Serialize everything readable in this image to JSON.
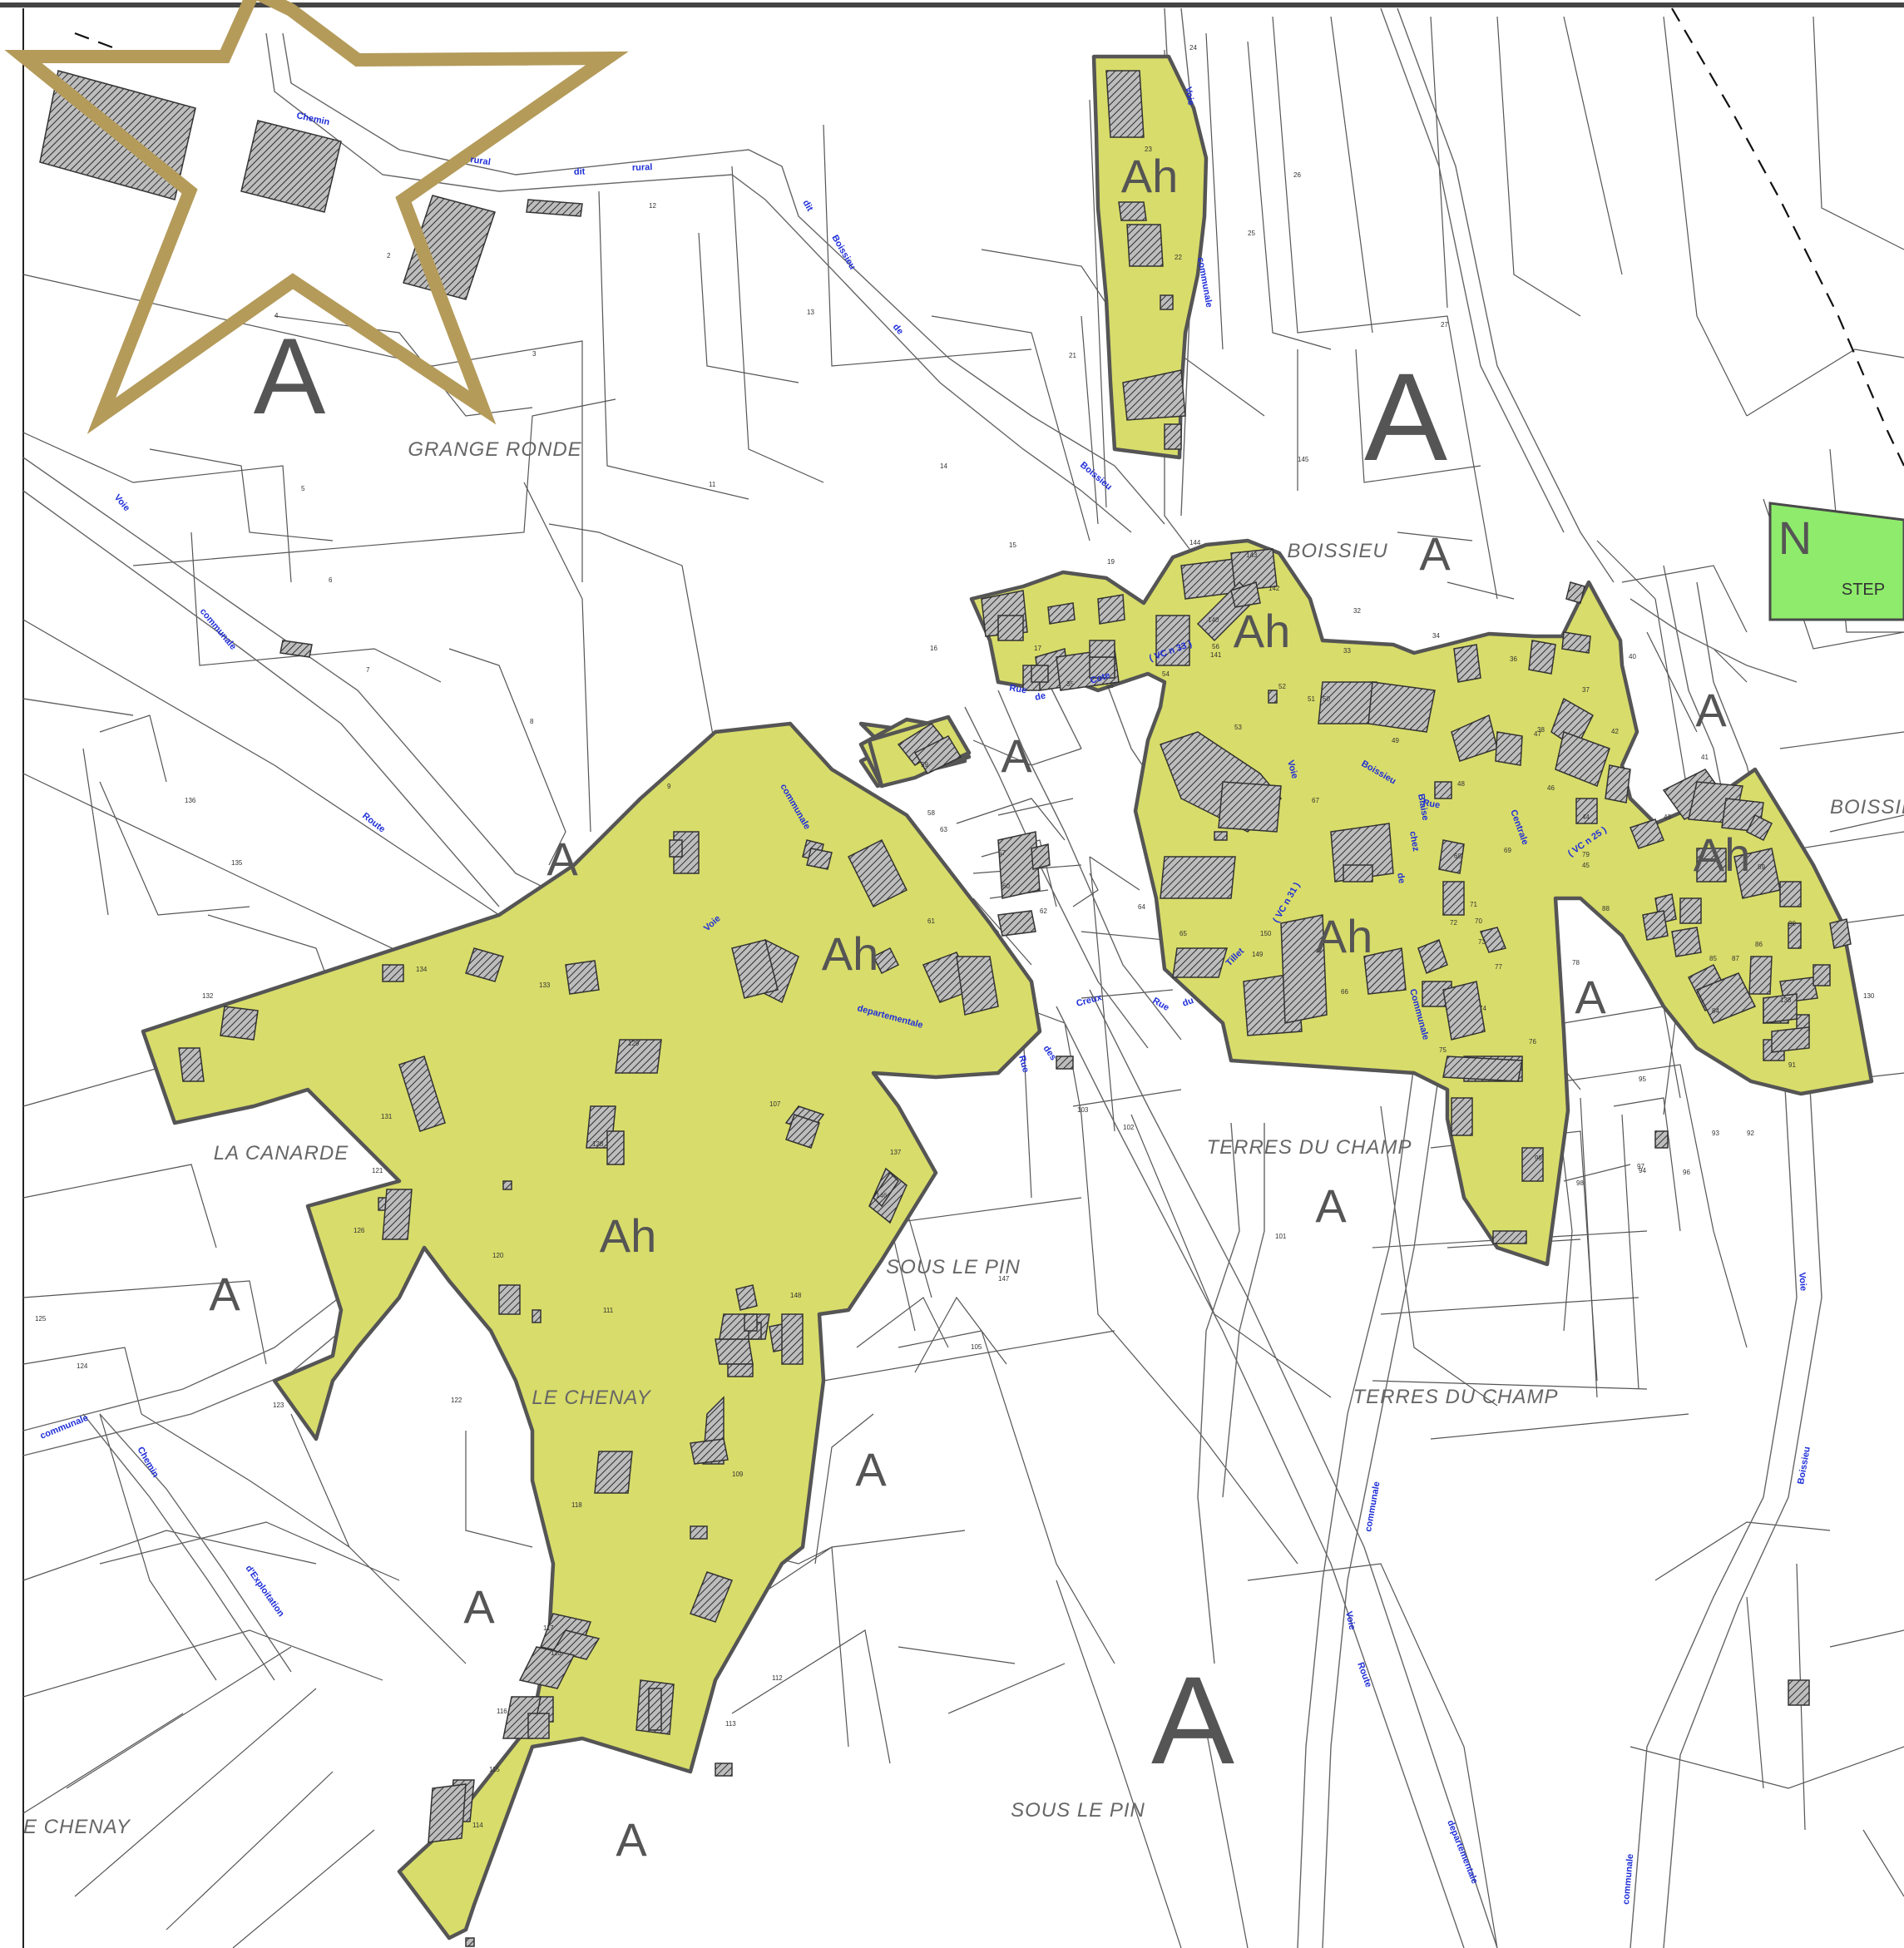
{
  "map": {
    "zone_labels": {
      "a_star": "A",
      "a_north": "A",
      "a_boissieu": "A",
      "a_center_road": "A",
      "a_left_mid": "A",
      "a_east": "A",
      "a_mid_right": "A",
      "a_terres": "A",
      "a_la_canarde": "A",
      "a_sous_pin": "A",
      "a_lower_left": "A",
      "a_big_bottom": "A",
      "a_bottom": "A",
      "ah_north": "Ah",
      "ah_boissieu": "Ah",
      "ah_west_mid": "Ah",
      "ah_center": "Ah",
      "ah_east": "Ah",
      "ah_chenay": "Ah",
      "n_step": "N"
    },
    "place_labels": {
      "grange_ronde": "GRANGE RONDE",
      "boissieu": "BOISSIEU",
      "boissieu_east": "BOISSIEU",
      "la_canarde": "LA CANARDE",
      "terres_du_champ_1": "TERRES DU CHAMP",
      "terres_du_champ_2": "TERRES DU CHAMP",
      "sous_le_pin_1": "SOUS LE PIN",
      "sous_le_pin_2": "SOUS LE PIN",
      "le_chenay": "LE CHENAY",
      "le_chenay_left": "E CHENAY",
      "step": "STEP"
    },
    "road_labels": {
      "r1": "Chemin",
      "r2": "rural",
      "r3": "dit",
      "r4": "rural",
      "r5": "dit",
      "r6": "Boissieu",
      "r7": "de",
      "r8": "Boissieu",
      "r9": "Voie",
      "r10": "communale",
      "r11": "Voie",
      "r12": "communale",
      "r13": "Route",
      "r14": "Voie",
      "r15": "communale",
      "r16": "departementale",
      "r17": "Rue",
      "r18": "de",
      "r19": "Cote",
      "r20": "( VC n 33 )",
      "r21": "Rue",
      "r22": "des",
      "r23": "Creux",
      "r24": "Rue",
      "r25": "du",
      "r26": "Tillet",
      "r27": "Voie",
      "r28": "Boissieu",
      "r29": "Rue",
      "r30": "de",
      "r31": "chez",
      "r32": "Blaise",
      "r33": "Centrale",
      "r34": "( VC n 25 )",
      "r35": "( VC n 31 )",
      "r36": "Communale",
      "r37": "Chemin",
      "r38": "d'Exploitation",
      "r39": "communale",
      "r40": "Voie",
      "r41": "communale",
      "r42": "Route",
      "r43": "departementale",
      "r44": "Boissieu",
      "r45": "Voie",
      "r46": "communale"
    },
    "parcel_numbers": {
      "p1": "2",
      "p2": "3",
      "p3": "4",
      "p4": "5",
      "p5": "6",
      "p6": "7",
      "p7": "8",
      "p8": "9",
      "p9": "11",
      "p10": "12",
      "p11": "13",
      "p12": "14",
      "p13": "15",
      "p14": "16",
      "p15": "17",
      "p16": "19",
      "p17": "21",
      "p18": "22",
      "p19": "23",
      "p20": "24",
      "p21": "25",
      "p22": "26",
      "p23": "27",
      "p24": "32",
      "p25": "33",
      "p26": "34",
      "p27": "35",
      "p28": "36",
      "p29": "37",
      "p30": "38",
      "p31": "40",
      "p32": "41",
      "p33": "42",
      "p34": "43",
      "p35": "44",
      "p36": "45",
      "p37": "46",
      "p38": "47",
      "p39": "48",
      "p40": "49",
      "p41": "50",
      "p42": "51",
      "p43": "52",
      "p44": "53",
      "p45": "54",
      "p46": "55",
      "p47": "56",
      "p48": "57",
      "p49": "58",
      "p50": "59",
      "p51": "60",
      "p52": "61",
      "p53": "62",
      "p54": "63",
      "p55": "64",
      "p56": "65",
      "p57": "66",
      "p58": "67",
      "p59": "68",
      "p60": "69",
      "p61": "70",
      "p62": "71",
      "p63": "72",
      "p64": "73",
      "p65": "74",
      "p66": "75",
      "p67": "76",
      "p68": "77",
      "p69": "78",
      "p70": "79",
      "p71": "84",
      "p72": "85",
      "p73": "86",
      "p74": "87",
      "p75": "88",
      "p76": "89",
      "p77": "90",
      "p78": "91",
      "p79": "92",
      "p80": "93",
      "p81": "94",
      "p82": "95",
      "p83": "96",
      "p84": "97",
      "p85": "98",
      "p86": "99",
      "p87": "101",
      "p88": "102",
      "p89": "103",
      "p90": "105",
      "p91": "107",
      "p92": "109",
      "p93": "110",
      "p94": "111",
      "p95": "112",
      "p96": "113",
      "p97": "114",
      "p98": "115",
      "p99": "116",
      "p100": "117",
      "p101": "118",
      "p102": "120",
      "p103": "121",
      "p104": "122",
      "p105": "123",
      "p106": "124",
      "p107": "125",
      "p108": "126",
      "p109": "128",
      "p110": "129",
      "p111": "130",
      "p112": "131",
      "p113": "132",
      "p114": "133",
      "p115": "134",
      "p116": "135",
      "p117": "136",
      "p118": "137",
      "p119": "138",
      "p120": "140",
      "p121": "141",
      "p122": "142",
      "p123": "143",
      "p124": "144",
      "p125": "145",
      "p126": "146",
      "p127": "147",
      "p128": "148",
      "p129": "149",
      "p130": "150"
    }
  }
}
